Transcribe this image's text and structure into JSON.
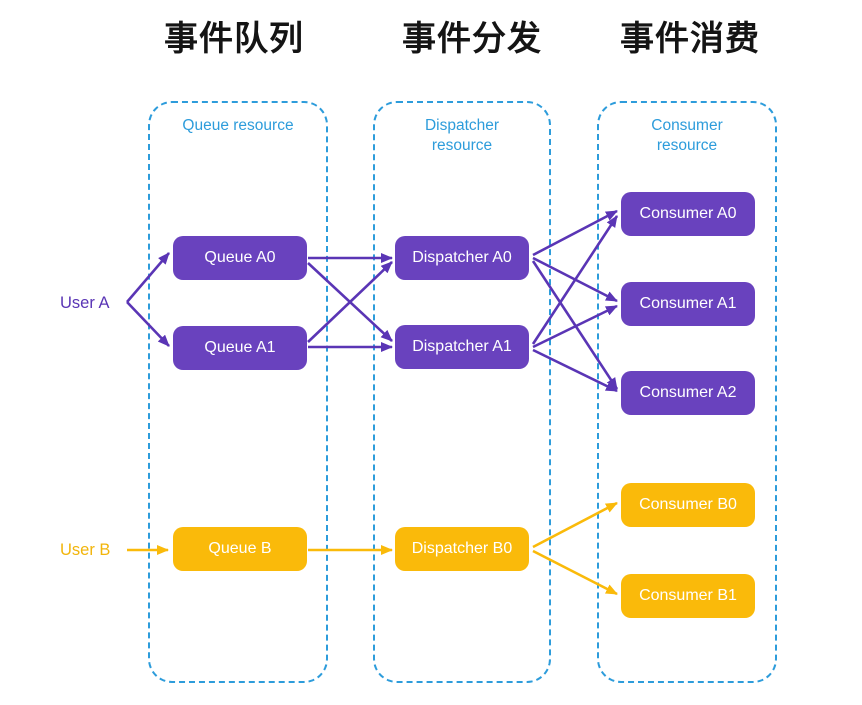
{
  "diagram": {
    "headers": [
      {
        "label": "事件队列"
      },
      {
        "label": "事件分发"
      },
      {
        "label": "事件消费"
      }
    ],
    "columns": [
      {
        "title": "Queue resource"
      },
      {
        "title": "Dispatcher resource"
      },
      {
        "title": "Consumer resource"
      }
    ],
    "users": [
      {
        "label": "User A"
      },
      {
        "label": "User B"
      }
    ],
    "nodes": {
      "queue_a0": {
        "label": "Queue A0"
      },
      "queue_a1": {
        "label": "Queue A1"
      },
      "queue_b": {
        "label": "Queue B"
      },
      "dispatcher_a0": {
        "label": "Dispatcher A0"
      },
      "dispatcher_a1": {
        "label": "Dispatcher A1"
      },
      "dispatcher_b0": {
        "label": "Dispatcher B0"
      },
      "consumer_a0": {
        "label": "Consumer A0"
      },
      "consumer_a1": {
        "label": "Consumer A1"
      },
      "consumer_a2": {
        "label": "Consumer A2"
      },
      "consumer_b0": {
        "label": "Consumer B0"
      },
      "consumer_b1": {
        "label": "Consumer B1"
      }
    },
    "edges": [
      {
        "from": "User A",
        "to": "Queue A0",
        "group": "A"
      },
      {
        "from": "User A",
        "to": "Queue A1",
        "group": "A"
      },
      {
        "from": "Queue A0",
        "to": "Dispatcher A0",
        "group": "A"
      },
      {
        "from": "Queue A0",
        "to": "Dispatcher A1",
        "group": "A"
      },
      {
        "from": "Queue A1",
        "to": "Dispatcher A0",
        "group": "A"
      },
      {
        "from": "Queue A1",
        "to": "Dispatcher A1",
        "group": "A"
      },
      {
        "from": "Dispatcher A0",
        "to": "Consumer A0",
        "group": "A"
      },
      {
        "from": "Dispatcher A0",
        "to": "Consumer A1",
        "group": "A"
      },
      {
        "from": "Dispatcher A0",
        "to": "Consumer A2",
        "group": "A"
      },
      {
        "from": "Dispatcher A1",
        "to": "Consumer A0",
        "group": "A"
      },
      {
        "from": "Dispatcher A1",
        "to": "Consumer A1",
        "group": "A"
      },
      {
        "from": "Dispatcher A1",
        "to": "Consumer A2",
        "group": "A"
      },
      {
        "from": "User B",
        "to": "Queue B",
        "group": "B"
      },
      {
        "from": "Queue B",
        "to": "Dispatcher B0",
        "group": "B"
      },
      {
        "from": "Dispatcher B0",
        "to": "Consumer B0",
        "group": "B"
      },
      {
        "from": "Dispatcher B0",
        "to": "Consumer B1",
        "group": "B"
      }
    ],
    "colors": {
      "purple_node": "#6942BE",
      "purple_arrow": "#5A35B5",
      "yellow": "#FABA0A",
      "blue_dashed": "#2D9CDB",
      "header_text": "#141414",
      "node_text": "#FFFFFF",
      "background": "#FFFFFF"
    }
  }
}
